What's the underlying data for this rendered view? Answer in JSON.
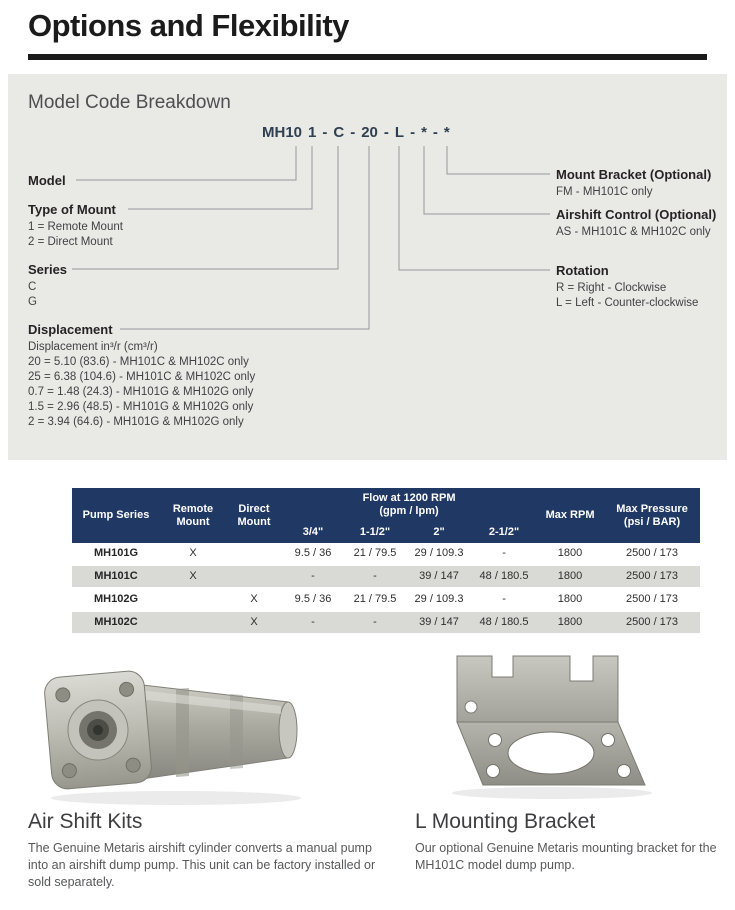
{
  "page_title": "Options and Flexibility",
  "model_code": {
    "section_title": "Model Code Breakdown",
    "code_parts": [
      "MH10",
      "1",
      "-",
      "C",
      "-",
      "20",
      "-",
      "L",
      "-",
      "*",
      "-",
      "*"
    ],
    "left_labels": [
      {
        "title": "Model",
        "lines": []
      },
      {
        "title": "Type of Mount",
        "lines": [
          "1 = Remote Mount",
          "2 = Direct Mount"
        ]
      },
      {
        "title": "Series",
        "lines": [
          "C",
          "G"
        ]
      },
      {
        "title": "Displacement",
        "lines": [
          "Displacement in³/r (cm³/r)",
          "20 = 5.10 (83.6) - MH101C & MH102C only",
          "25 = 6.38 (104.6) - MH101C & MH102C only",
          "0.7 = 1.48 (24.3) - MH101G & MH102G only",
          "1.5 = 2.96 (48.5) - MH101G & MH102G only",
          "2 = 3.94 (64.6) - MH101G & MH102G only"
        ]
      }
    ],
    "right_labels": [
      {
        "title": "Mount Bracket (Optional)",
        "lines": [
          "FM - MH101C only"
        ]
      },
      {
        "title": "Airshift Control (Optional)",
        "lines": [
          "AS - MH101C & MH102C only"
        ]
      },
      {
        "title": "Rotation",
        "lines": [
          "R = Right - Clockwise",
          "L = Left - Counter-clockwise"
        ]
      }
    ]
  },
  "table": {
    "headers": {
      "pump_series": "Pump Series",
      "remote_mount": "Remote\nMount",
      "direct_mount": "Direct\nMount",
      "flow_group": "Flow at 1200 RPM\n(gpm / lpm)",
      "sizes": [
        "3/4\"",
        "1-1/2\"",
        "2\"",
        "2-1/2\""
      ],
      "max_rpm": "Max RPM",
      "max_pressure": "Max Pressure\n(psi / BAR)"
    },
    "rows": [
      [
        "MH101G",
        "X",
        "",
        "9.5 / 36",
        "21 / 79.5",
        "29 / 109.3",
        "-",
        "1800",
        "2500 / 173"
      ],
      [
        "MH101C",
        "X",
        "",
        "-",
        "-",
        "39 / 147",
        "48 / 180.5",
        "1800",
        "2500 / 173"
      ],
      [
        "MH102G",
        "",
        "X",
        "9.5 / 36",
        "21 / 79.5",
        "29 / 109.3",
        "-",
        "1800",
        "2500 / 173"
      ],
      [
        "MH102C",
        "",
        "X",
        "-",
        "-",
        "39 / 147",
        "48 / 180.5",
        "1800",
        "2500 / 173"
      ]
    ]
  },
  "products": {
    "air_shift": {
      "title": "Air Shift Kits",
      "description": "The Genuine Metaris airshift cylinder converts a manual pump into an airshift dump pump. This unit can be factory installed or sold separately."
    },
    "bracket": {
      "title": "L Mounting Bracket",
      "description": "Our optional Genuine Metaris mounting bracket for the MH101C model dump pump."
    }
  },
  "colors": {
    "header_navy": "#203864",
    "panel_gray": "#e9e9e6",
    "row_gray": "#d9d9d6",
    "rule_black": "#1b1b1b"
  }
}
